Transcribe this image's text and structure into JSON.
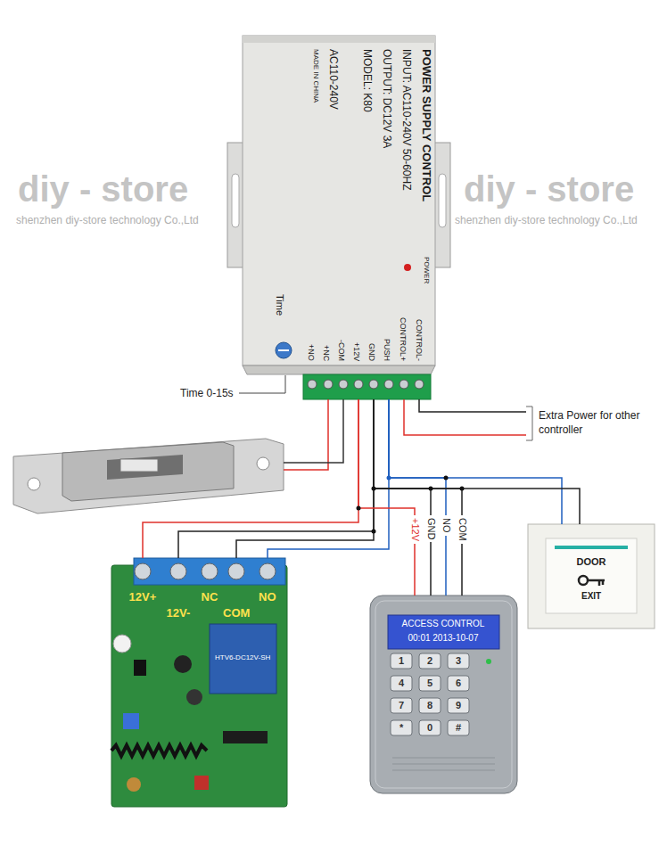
{
  "diagram": {
    "nodes": [
      {
        "text": [
          "POWER SUPPLY CONTROL",
          "INPUT: AC110-240V 50-60HZ",
          "OUTPUT: DC12V 3A",
          "MODEL: K80",
          "AC110-240V",
          "MADE IN CHINA",
          "POWER",
          "Time",
          "+NO",
          "+NC",
          "-COM",
          "+12V",
          "GND",
          "PUSH",
          "CONTROL+",
          "CONTROL-"
        ]
      },
      {
        "text": [
          "12V+",
          "12V-",
          "NC",
          "COM",
          "NO",
          "HTV6-DC12V-SH"
        ]
      },
      {
        "text": [
          "ACCESS CONTROL",
          "00:01 2013-10-07",
          "1",
          "2",
          "3",
          "4",
          "5",
          "6",
          "7",
          "8",
          "9",
          "*",
          "0",
          "#"
        ]
      },
      {
        "text": [
          "DOOR",
          "EXIT"
        ]
      }
    ],
    "edges": [
      {
        "from": 0,
        "to": 1,
        "arrow": "none"
      },
      {
        "from": 0,
        "to": 1,
        "arrow": "none"
      },
      {
        "from": 0,
        "to": 1,
        "arrow": "none"
      },
      {
        "from": 0,
        "to": 1,
        "arrow": "none"
      },
      {
        "from": 0,
        "to": 2,
        "arrow": "none"
      },
      {
        "from": 0,
        "to": 2,
        "arrow": "none"
      },
      {
        "from": 0,
        "to": 2,
        "arrow": "none"
      },
      {
        "from": 0,
        "to": 2,
        "arrow": "none"
      },
      {
        "from": 0,
        "to": 3,
        "arrow": "none"
      },
      {
        "from": 0,
        "to": 3,
        "arrow": "none"
      }
    ],
    "labels": [
      "diy - store",
      "shenzhen diy-store technology Co.,Ltd",
      "diy - store",
      "shenzhen diy-store technology Co.,Ltd",
      "Time 0-15s",
      "Extra Power for other controller",
      "+12V",
      "GND",
      "NO",
      "COM"
    ]
  }
}
